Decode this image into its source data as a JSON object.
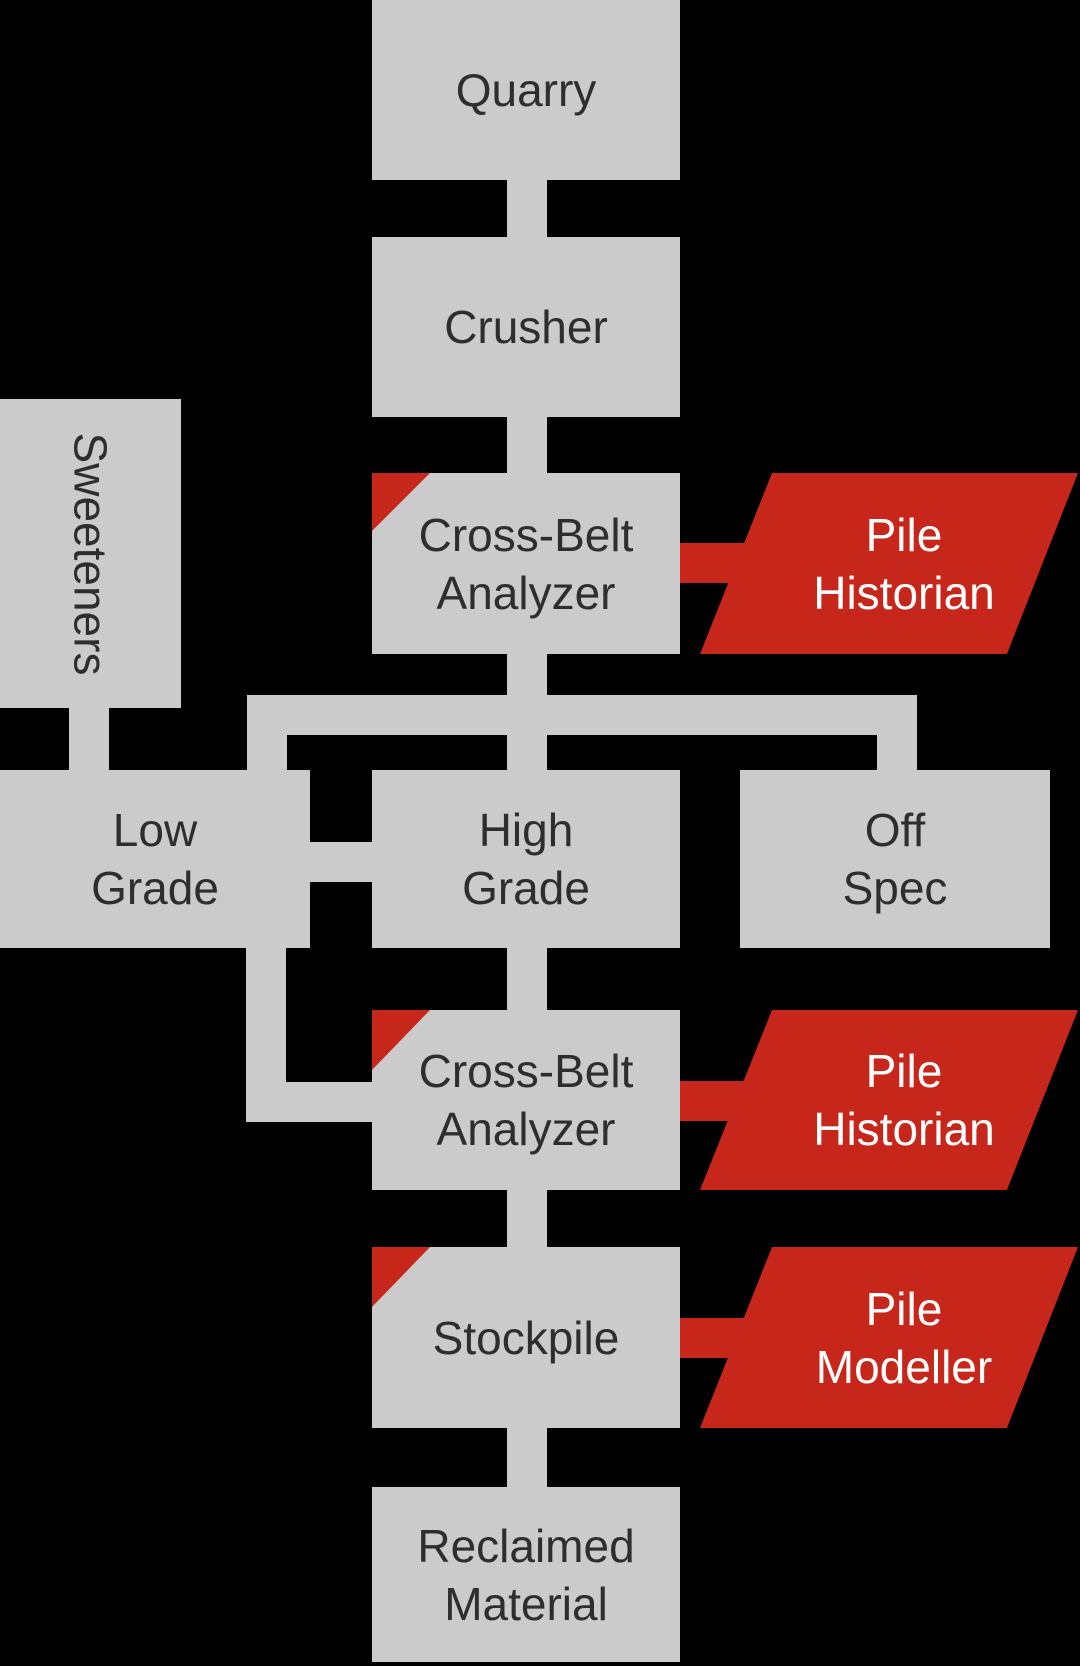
{
  "colors": {
    "bg": "#000000",
    "node": "#cbcbcb",
    "accent": "#c7271b",
    "text-dark": "#2e2e2e",
    "text-light": "#ffffff"
  },
  "nodes": {
    "quarry": {
      "label": "Quarry",
      "lines": [
        "Quarry"
      ]
    },
    "crusher": {
      "label": "Crusher",
      "lines": [
        "Crusher"
      ]
    },
    "analyzer1": {
      "label": "Cross-Belt Analyzer",
      "lines": [
        "Cross-Belt",
        "Analyzer"
      ]
    },
    "historian1": {
      "label": "Pile Historian",
      "lines": [
        "Pile",
        "Historian"
      ]
    },
    "sweeteners": {
      "label": "Sweeteners",
      "lines": [
        "Sweeteners"
      ]
    },
    "low_grade": {
      "label": "Low Grade",
      "lines": [
        "Low",
        "Grade"
      ]
    },
    "high_grade": {
      "label": "High Grade",
      "lines": [
        "High",
        "Grade"
      ]
    },
    "off_spec": {
      "label": "Off Spec",
      "lines": [
        "Off",
        "Spec"
      ]
    },
    "analyzer2": {
      "label": "Cross-Belt Analyzer",
      "lines": [
        "Cross-Belt",
        "Analyzer"
      ]
    },
    "historian2": {
      "label": "Pile Historian",
      "lines": [
        "Pile",
        "Historian"
      ]
    },
    "stockpile": {
      "label": "Stockpile",
      "lines": [
        "Stockpile"
      ]
    },
    "modeller": {
      "label": "Pile Modeller",
      "lines": [
        "Pile",
        "Modeller"
      ]
    },
    "reclaimed": {
      "label": "Reclaimed Material",
      "lines": [
        "Reclaimed",
        "Material"
      ]
    }
  },
  "edges": [
    {
      "from": "Quarry",
      "to": "Crusher"
    },
    {
      "from": "Crusher",
      "to": "Cross-Belt Analyzer"
    },
    {
      "from": "Cross-Belt Analyzer",
      "to": "Pile Historian"
    },
    {
      "from": "Cross-Belt Analyzer",
      "to": "Low Grade"
    },
    {
      "from": "Cross-Belt Analyzer",
      "to": "High Grade"
    },
    {
      "from": "Cross-Belt Analyzer",
      "to": "Off Spec"
    },
    {
      "from": "Sweeteners",
      "to": "Low Grade"
    },
    {
      "from": "Low Grade",
      "to": "High Grade"
    },
    {
      "from": "Low Grade",
      "to": "Cross-Belt Analyzer 2"
    },
    {
      "from": "High Grade",
      "to": "Cross-Belt Analyzer 2"
    },
    {
      "from": "Cross-Belt Analyzer 2",
      "to": "Pile Historian 2"
    },
    {
      "from": "Cross-Belt Analyzer 2",
      "to": "Stockpile"
    },
    {
      "from": "Stockpile",
      "to": "Pile Modeller"
    },
    {
      "from": "Stockpile",
      "to": "Reclaimed Material"
    }
  ]
}
